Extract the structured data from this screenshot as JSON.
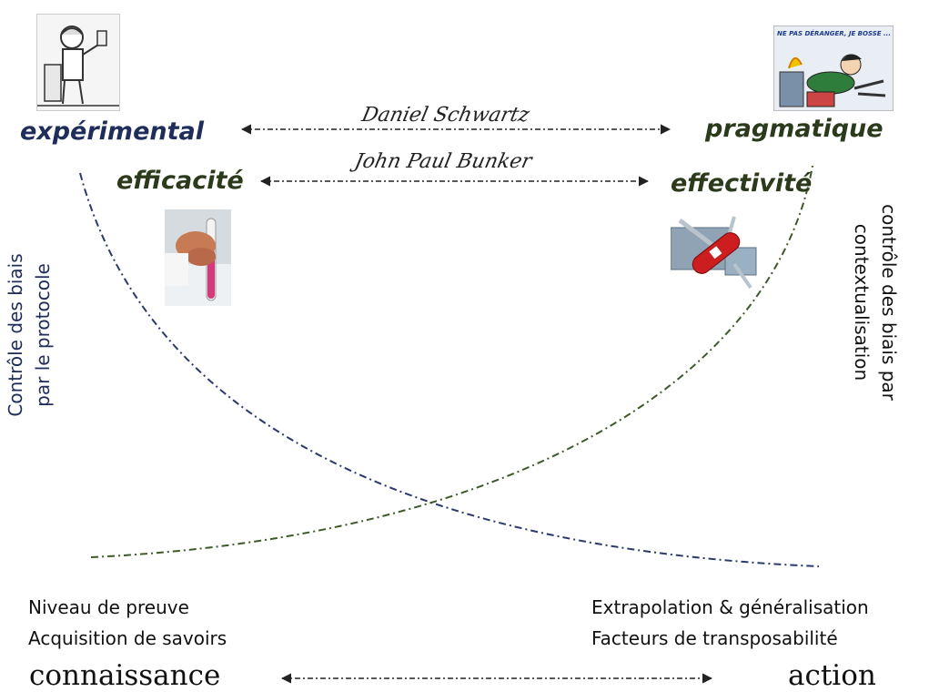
{
  "top": {
    "left_title": "expérimental",
    "right_title": "pragmatique",
    "author_1": "Daniel Schwartz",
    "author_2": "John Paul Bunker"
  },
  "middle": {
    "left_title": "efficacité",
    "right_title": "effectivité"
  },
  "sides": {
    "left_line_1": "Contrôle des biais",
    "left_line_2": "par le protocole",
    "right_line_1": "contrôle des biais par",
    "right_line_2": "contextualisation"
  },
  "bottom": {
    "left_line_1": "Niveau de preuve",
    "left_line_2": "Acquisition de savoirs",
    "left_big": "connaissance",
    "right_line_1": "Extrapolation & généralisation",
    "right_line_2": "Facteurs de transposabilité",
    "right_big": "action"
  },
  "images": {
    "comic_banner": "NE PAS DÉRANGER, JE BOSSE ...",
    "top_left": "cartoon-scientist-icon",
    "top_right": "cartoon-relaxing-icon",
    "mid_left": "test-tube-hand-icon",
    "mid_right": "swiss-army-knife-icon"
  },
  "colors": {
    "blue_curve": "#2b3a6b",
    "green_curve": "#3f5a2a",
    "arrow": "#222222"
  }
}
